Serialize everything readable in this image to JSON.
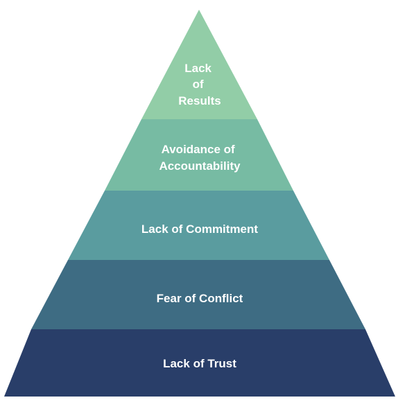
{
  "diagram": {
    "type": "pyramid",
    "tiers_top_to_bottom": [
      {
        "label_lines": [
          "Lack",
          "of",
          "Results"
        ],
        "color": "#92cda7"
      },
      {
        "label_lines": [
          "Avoidance of",
          "Accountability"
        ],
        "color": "#77bba3"
      },
      {
        "label_lines": [
          "Lack of Commitment"
        ],
        "color": "#5a9c9f"
      },
      {
        "label_lines": [
          "Fear of Conflict"
        ],
        "color": "#3e6c83"
      },
      {
        "label_lines": [
          "Lack of Trust"
        ],
        "color": "#293e69"
      }
    ]
  }
}
